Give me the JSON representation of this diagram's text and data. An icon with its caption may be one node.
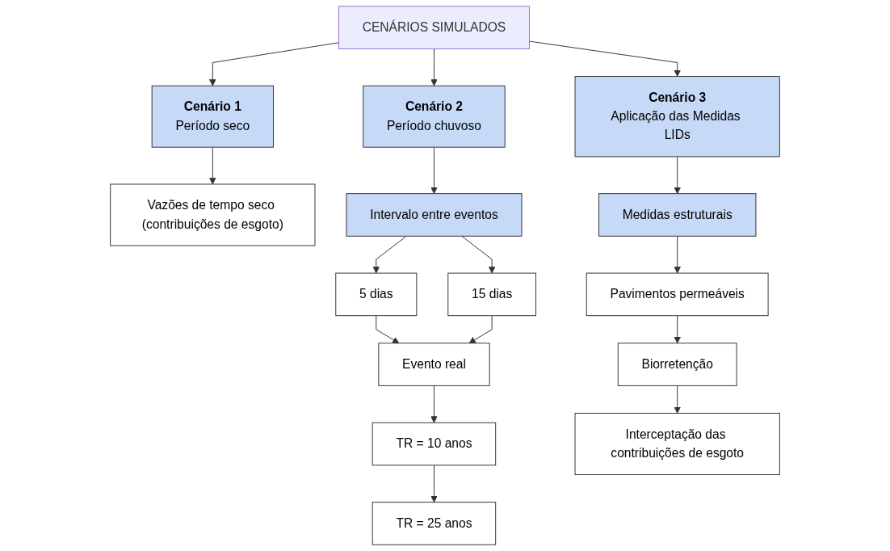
{
  "diagram": {
    "nodes": [
      {
        "text": [
          "CENÁRIOS SIMULADOS"
        ]
      },
      {
        "text": [
          "Cenário 1",
          "Período seco"
        ]
      },
      {
        "text": [
          "Cenário 2",
          "Período chuvoso"
        ]
      },
      {
        "text": [
          "Cenário 3",
          "Aplicação das Medidas LIDs"
        ]
      },
      {
        "text": [
          "Vazões de tempo seco (contribuições de esgoto)"
        ]
      },
      {
        "text": [
          "Intervalo entre eventos"
        ]
      },
      {
        "text": [
          "Medidas estruturais"
        ]
      },
      {
        "text": [
          "5 dias"
        ]
      },
      {
        "text": [
          "15 dias"
        ]
      },
      {
        "text": [
          "Pavimentos permeáveis"
        ]
      },
      {
        "text": [
          "Evento real"
        ]
      },
      {
        "text": [
          "Biorretenção"
        ]
      },
      {
        "text": [
          "TR = 10 anos"
        ]
      },
      {
        "text": [
          "Interceptação das contribuições de esgoto"
        ]
      },
      {
        "text": [
          "TR = 25 anos"
        ]
      }
    ],
    "edges": [
      {
        "from": 0,
        "to": 1,
        "arrow": "to"
      },
      {
        "from": 0,
        "to": 2,
        "arrow": "to"
      },
      {
        "from": 0,
        "to": 3,
        "arrow": "to"
      },
      {
        "from": 1,
        "to": 4,
        "arrow": "to"
      },
      {
        "from": 2,
        "to": 5,
        "arrow": "to"
      },
      {
        "from": 3,
        "to": 6,
        "arrow": "to"
      },
      {
        "from": 5,
        "to": 7,
        "arrow": "to"
      },
      {
        "from": 5,
        "to": 8,
        "arrow": "to"
      },
      {
        "from": 6,
        "to": 9,
        "arrow": "to"
      },
      {
        "from": 7,
        "to": 10,
        "arrow": "to"
      },
      {
        "from": 8,
        "to": 10,
        "arrow": "to"
      },
      {
        "from": 9,
        "to": 11,
        "arrow": "to"
      },
      {
        "from": 10,
        "to": 12,
        "arrow": "to"
      },
      {
        "from": 11,
        "to": 13,
        "arrow": "to"
      },
      {
        "from": 12,
        "to": 14,
        "arrow": "to"
      }
    ]
  }
}
